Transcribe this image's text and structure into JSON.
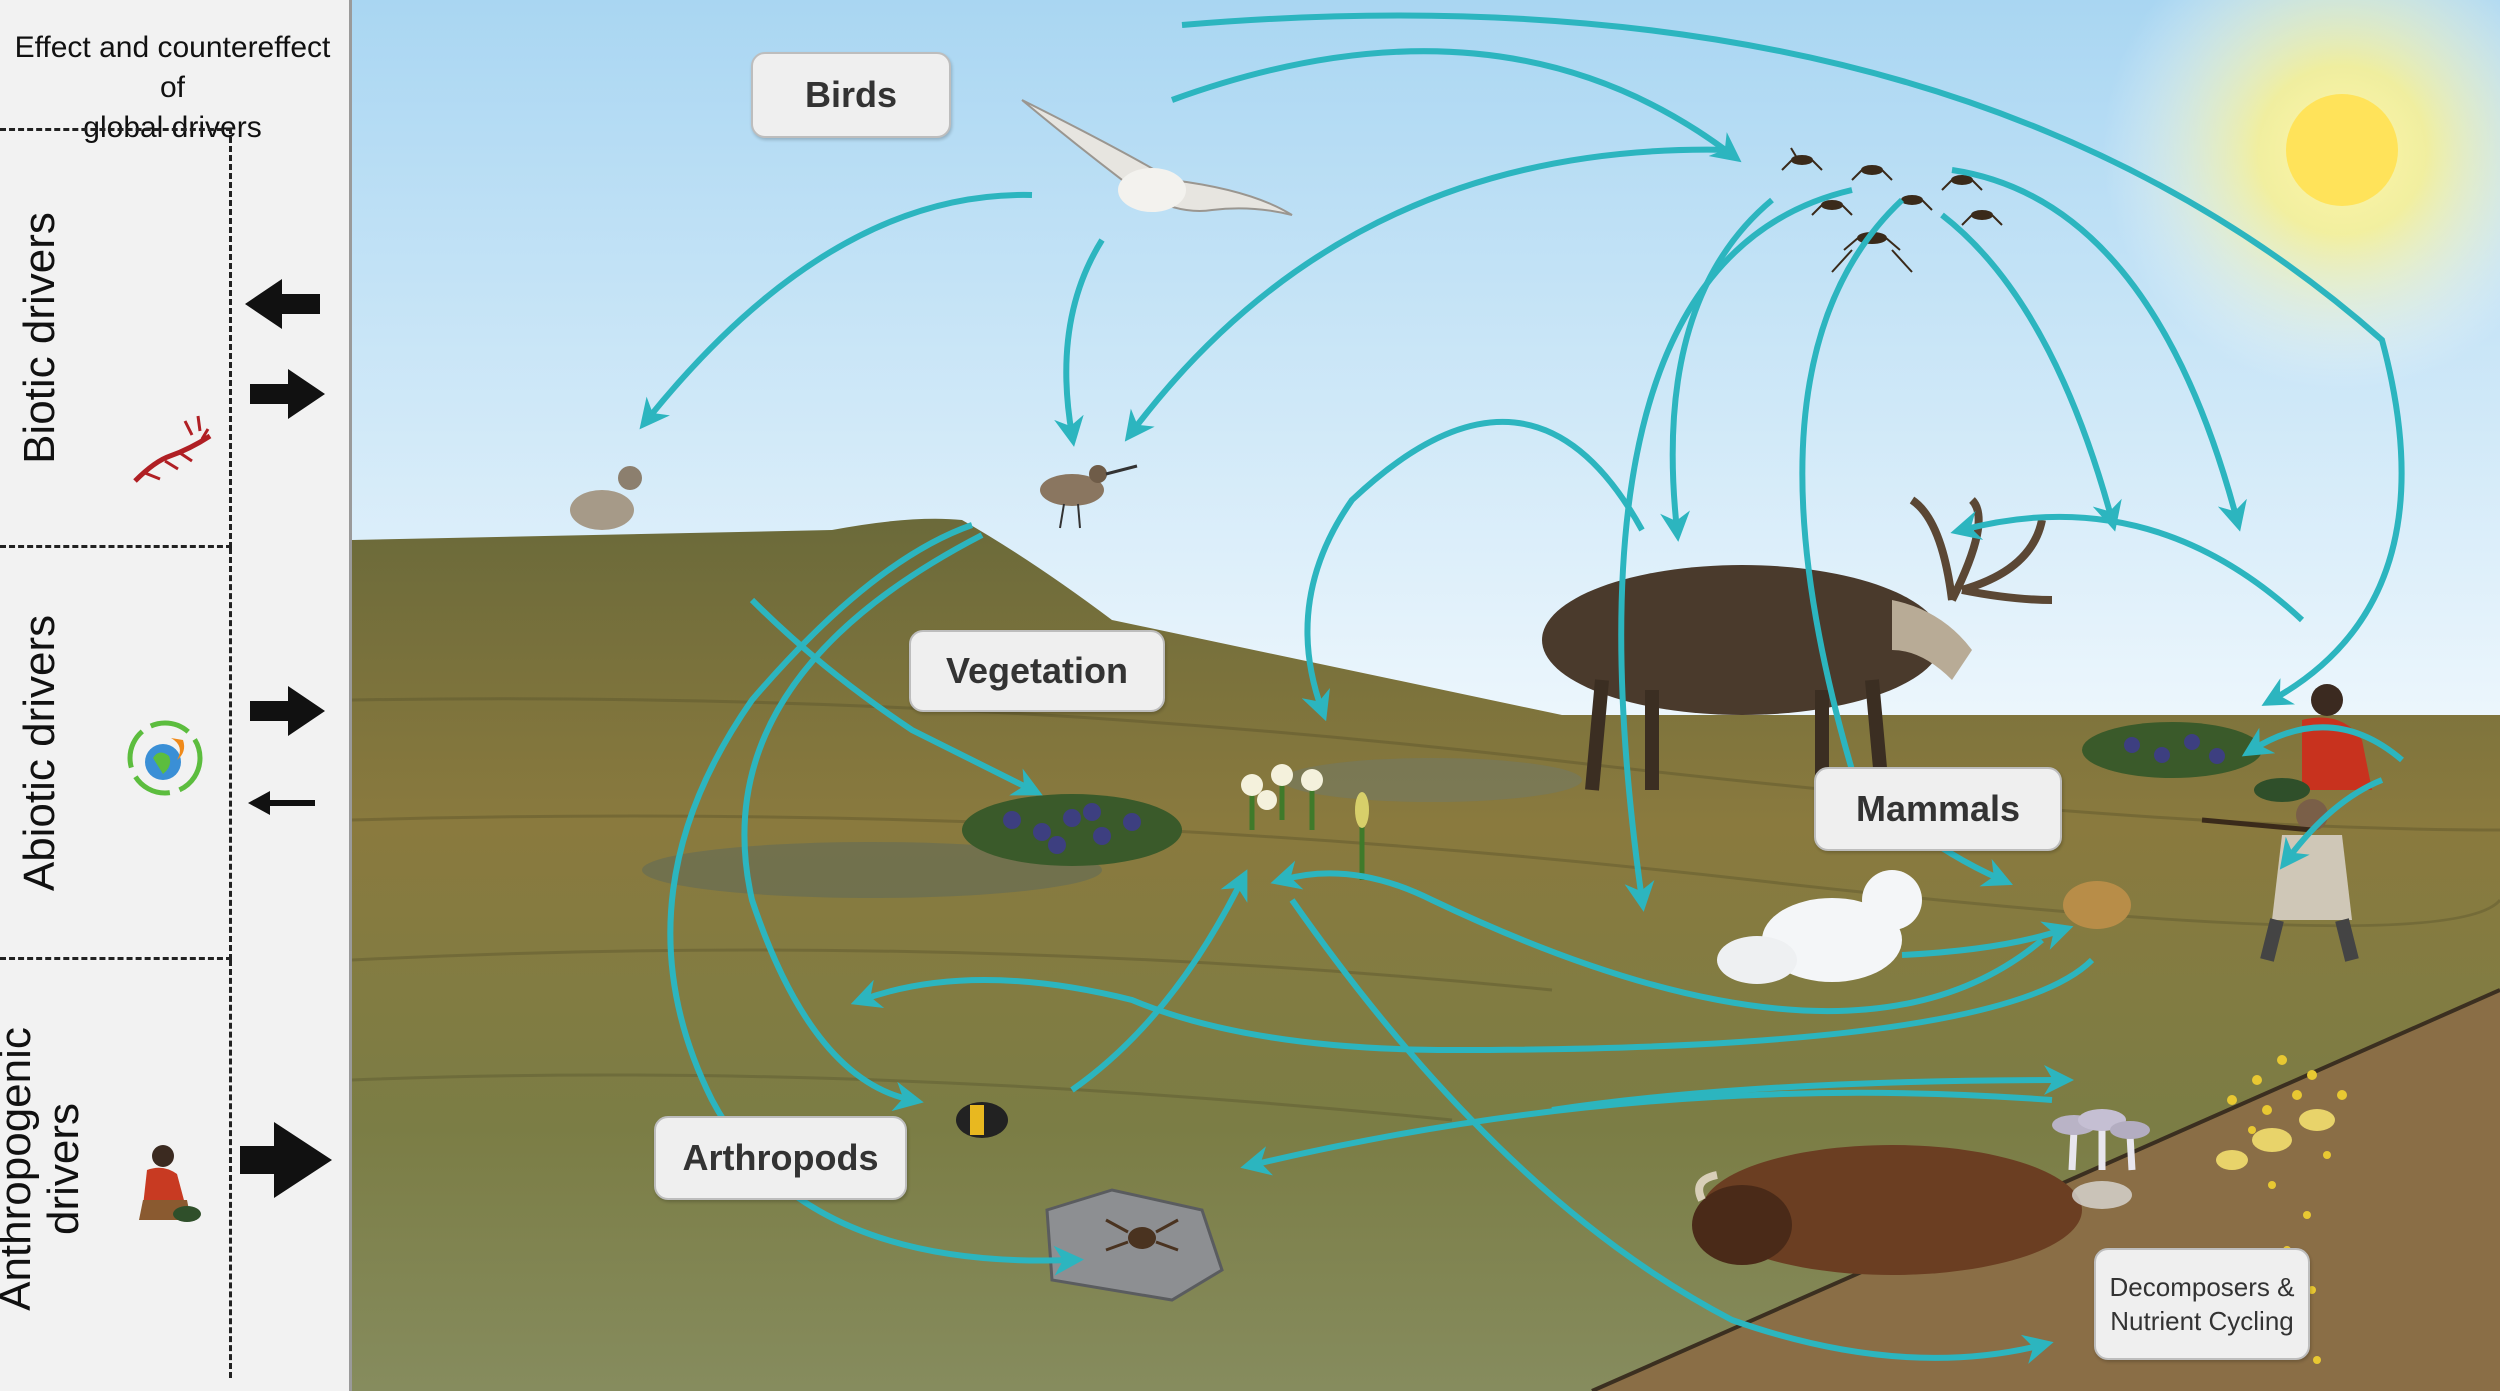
{
  "sidebar": {
    "title_line1": "Effect and countereffect of",
    "title_line2": "global drivers",
    "drivers": [
      {
        "label": "Biotic drivers",
        "icon": "pest-icon"
      },
      {
        "label": "Abiotic drivers",
        "icon": "climate-globe-icon"
      },
      {
        "label_line1": "Anthropogenic",
        "label_line2": "drivers",
        "icon": "human-harvest-icon"
      }
    ]
  },
  "groups": {
    "birds": "Birds",
    "vegetation": "Vegetation",
    "mammals": "Mammals",
    "arthropods": "Arthropods",
    "decomposers_line1": "Decomposers &",
    "decomposers_line2": "Nutrient Cycling"
  },
  "colors": {
    "arrow": "#2cb5bf",
    "sky_top": "#a9d6f2",
    "sky_bottom": "#e9f5fc",
    "tundra": "#7a7a3a",
    "soil": "#8a6e46",
    "sun": "#ffe35a"
  }
}
